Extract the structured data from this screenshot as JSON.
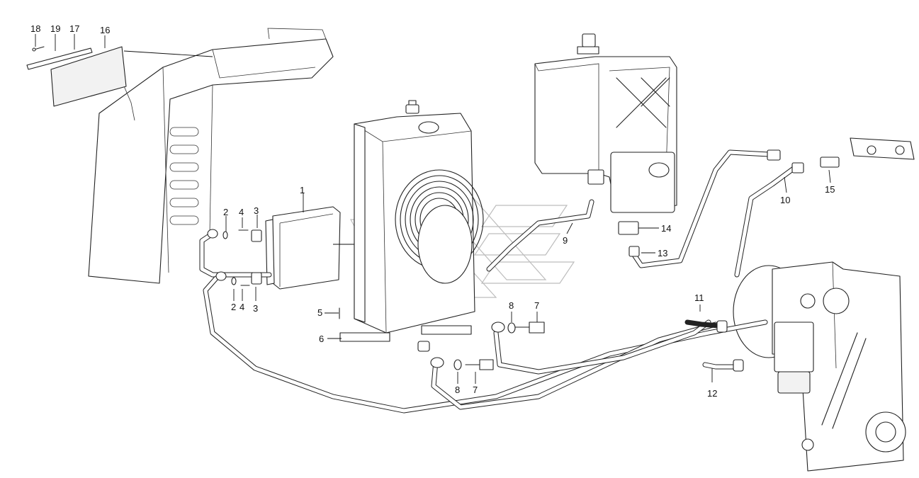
{
  "callouts": [
    {
      "id": "c1",
      "text": "1"
    },
    {
      "id": "c2a",
      "text": "2"
    },
    {
      "id": "c2b",
      "text": "2"
    },
    {
      "id": "c3a",
      "text": "3"
    },
    {
      "id": "c3b",
      "text": "3"
    },
    {
      "id": "c4a",
      "text": "4"
    },
    {
      "id": "c4b",
      "text": "4"
    },
    {
      "id": "c5",
      "text": "5"
    },
    {
      "id": "c6",
      "text": "6"
    },
    {
      "id": "c7a",
      "text": "7"
    },
    {
      "id": "c7b",
      "text": "7"
    },
    {
      "id": "c8a",
      "text": "8"
    },
    {
      "id": "c8b",
      "text": "8"
    },
    {
      "id": "c9",
      "text": "9"
    },
    {
      "id": "c10",
      "text": "10"
    },
    {
      "id": "c11",
      "text": "11"
    },
    {
      "id": "c12",
      "text": "12"
    },
    {
      "id": "c13",
      "text": "13"
    },
    {
      "id": "c14",
      "text": "14"
    },
    {
      "id": "c15",
      "text": "15"
    },
    {
      "id": "c16",
      "text": "16"
    },
    {
      "id": "c17",
      "text": "17"
    },
    {
      "id": "c18",
      "text": "18"
    },
    {
      "id": "c19",
      "text": "19"
    }
  ]
}
